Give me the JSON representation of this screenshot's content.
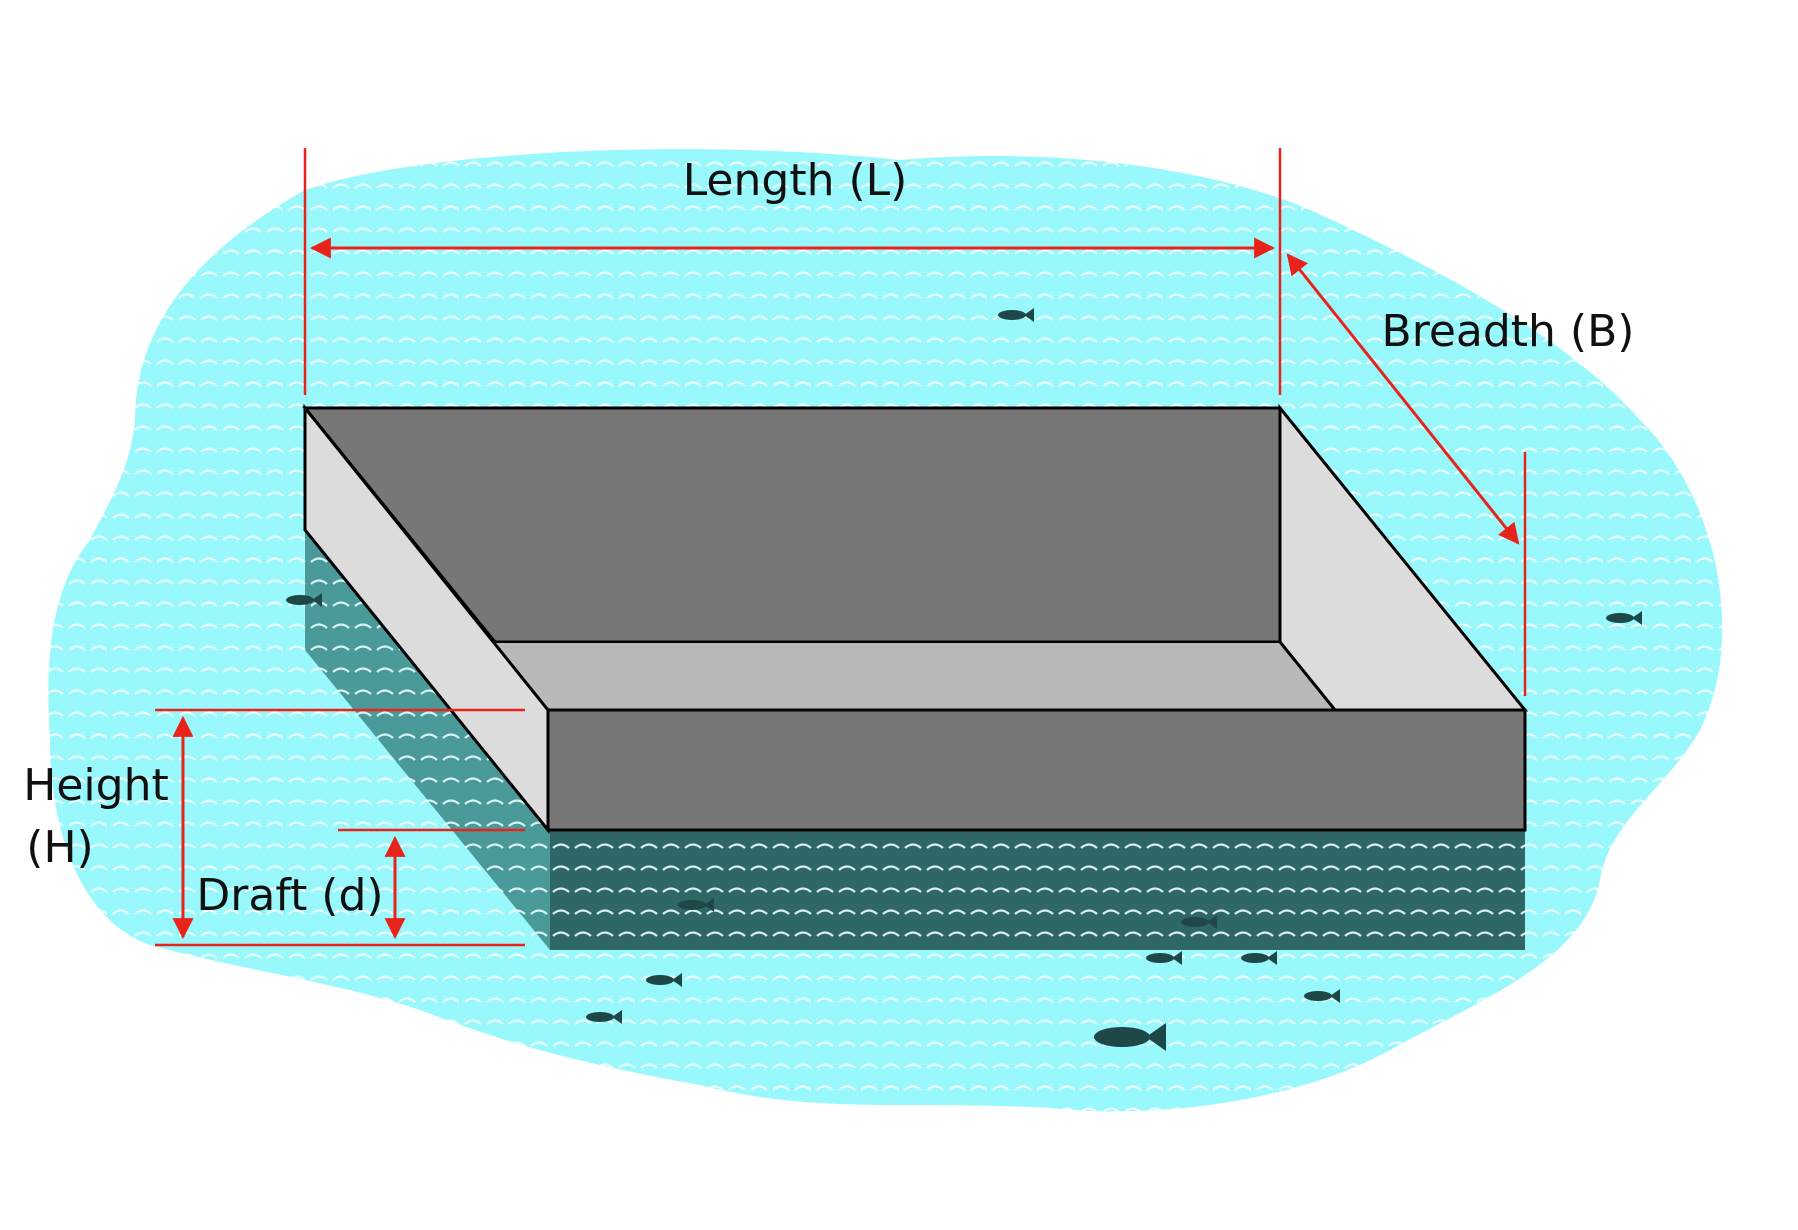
{
  "labels": {
    "length": "Length (L)",
    "breadth": "Breadth (B)",
    "height_line1": "Height",
    "height_line2": "(H)",
    "draft": "Draft (d)"
  },
  "colors": {
    "water": "#98f8fb",
    "water_wave": "#eafdff",
    "hull_submerged_front": "#2f6767",
    "hull_submerged_side": "#4a9a9a",
    "deck_dark": "#777777",
    "inner_floor": "#b9b9b9",
    "side_wall_light": "#dcdcdc",
    "dimension_line": "#e8231c",
    "fish": "#1e4848"
  },
  "icons": {
    "fish": "fish-icon"
  }
}
